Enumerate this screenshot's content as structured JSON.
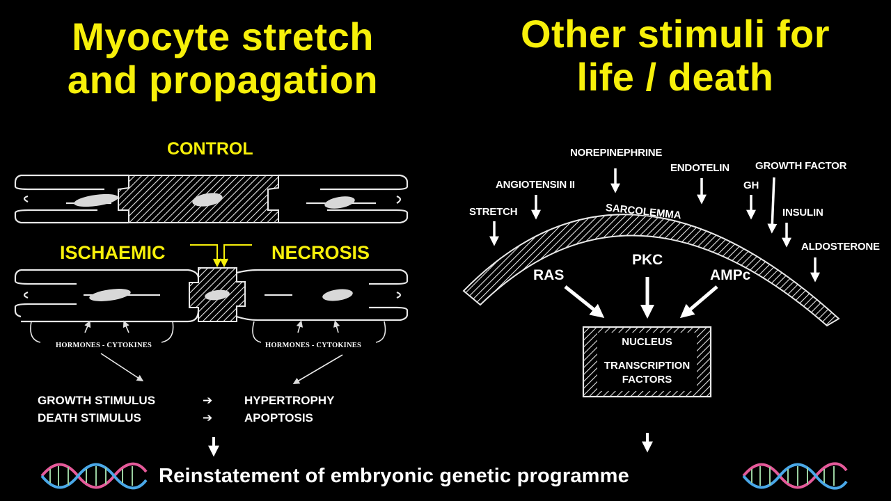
{
  "left_title": [
    "Myocyte stretch",
    "and propagation"
  ],
  "right_title": [
    "Other stimuli for",
    "life / death"
  ],
  "left_diagram": {
    "control_label": "CONTROL",
    "ischaemic_label": "ISCHAEMIC",
    "necrosis_label": "NECROSIS",
    "hormones_left": "HORMONES - CYTOKINES",
    "hormones_right": "HORMONES - CYTOKINES",
    "outcomes": [
      {
        "stimulus": "GROWTH STIMULUS",
        "arrow": "➔",
        "result": "HYPERTROPHY"
      },
      {
        "stimulus": "DEATH STIMULUS",
        "arrow": "➔",
        "result": "APOPTOSIS"
      }
    ]
  },
  "right_diagram": {
    "membrane_label": "SARCOLEMMA",
    "stimuli": [
      "STRETCH",
      "ANGIOTENSIN II",
      "NOREPINEPHRINE",
      "ENDOTELIN",
      "GH",
      "GROWTH FACTOR",
      "INSULIN",
      "ALDOSTERONE"
    ],
    "messengers": [
      "RAS",
      "PKC",
      "AMPc"
    ],
    "nucleus_label": "NUCLEUS",
    "transcription_label": [
      "TRANSCRIPTION",
      "FACTORS"
    ]
  },
  "footer": {
    "text": "Reinstatement of embryonic genetic programme",
    "icons": [
      "dna-icon",
      "dna-icon"
    ]
  },
  "colors": {
    "background": "#000000",
    "title": "#f7f00a",
    "text": "#ffffff"
  }
}
